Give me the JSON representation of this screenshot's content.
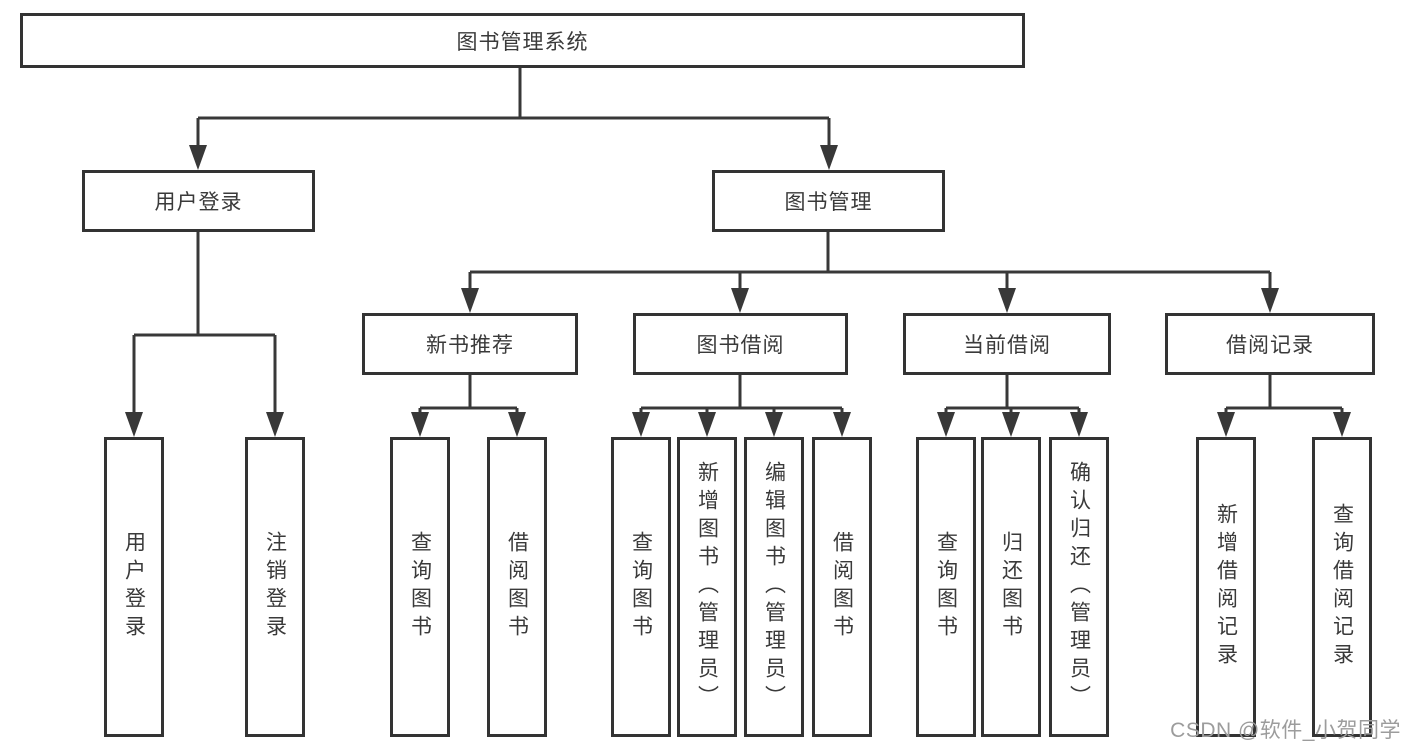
{
  "diagram": {
    "root": "图书管理系统",
    "branches": [
      {
        "label": "用户登录",
        "leaves": [
          "用户登录",
          "注销登录"
        ]
      },
      {
        "label": "图书管理",
        "groups": [
          {
            "label": "新书推荐",
            "leaves": [
              "查询图书",
              "借阅图书"
            ]
          },
          {
            "label": "图书借阅",
            "leaves": [
              "查询图书",
              "新增图书（管理员）",
              "编辑图书（管理员）",
              "借阅图书"
            ]
          },
          {
            "label": "当前借阅",
            "leaves": [
              "查询图书",
              "归还图书",
              "确认归还（管理员）"
            ]
          },
          {
            "label": "借阅记录",
            "leaves": [
              "新增借阅记录",
              "查询借阅记录"
            ]
          }
        ]
      }
    ]
  },
  "watermark": "CSDN @软件_小贺同学",
  "colors": {
    "line": "#383838",
    "border": "#333333",
    "text": "#3a3a3a",
    "watermark": "#9c9c9c",
    "background": "#ffffff"
  }
}
